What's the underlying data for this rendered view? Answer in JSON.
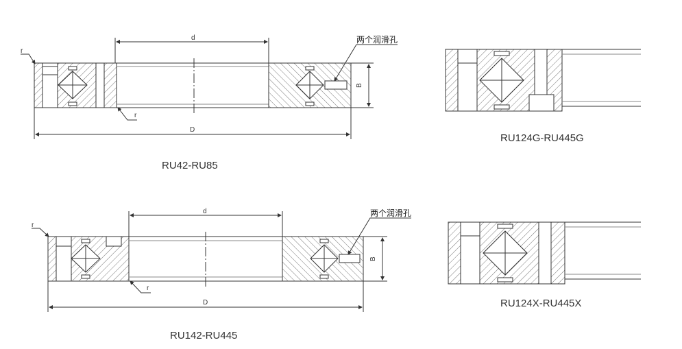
{
  "drawings": [
    {
      "id": "ru42",
      "caption": "RU42-RU85",
      "dim_inner": "d",
      "dim_outer": "D",
      "dim_width": "B",
      "fillet_outer": "r",
      "fillet_inner": "r",
      "note": "两个润滑孔"
    },
    {
      "id": "ru124g",
      "caption": "RU124G-RU445G"
    },
    {
      "id": "ru142",
      "caption": "RU142-RU445",
      "dim_inner": "d",
      "dim_outer": "D",
      "dim_width": "B",
      "fillet_outer": "r",
      "fillet_inner": "r",
      "note": "两个润滑孔"
    },
    {
      "id": "ru124x",
      "caption": "RU124X-RU445X"
    }
  ]
}
